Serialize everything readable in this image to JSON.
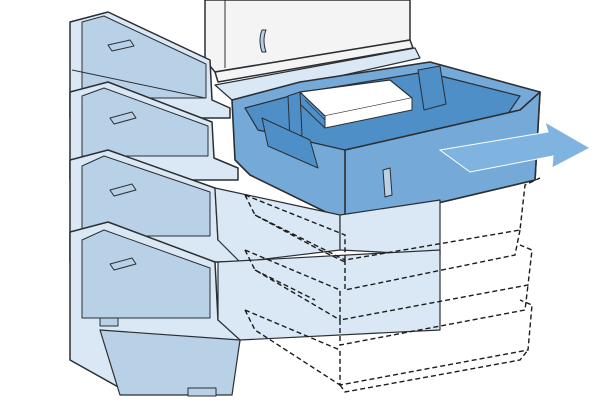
{
  "illustration": {
    "subject": "printer-with-paper-trays",
    "tray_count": 4,
    "open_tray_index": 1,
    "paper_loaded": true,
    "direction_arrow": "pull-out-right",
    "dashed_outline_count": 3
  },
  "colors": {
    "tray_fill": "#d9e8f4",
    "tray_fill_dark": "#b9d1e6",
    "tray_stroke": "#2b2f33",
    "open_tray_fill": "#74a9d8",
    "open_tray_fill_dark": "#4f8fc7",
    "printer_body": "#f4f4f4",
    "paper": "#ffffff",
    "arrow_fill": "#7fb3e0",
    "dashed_stroke": "#1c1c1c"
  }
}
